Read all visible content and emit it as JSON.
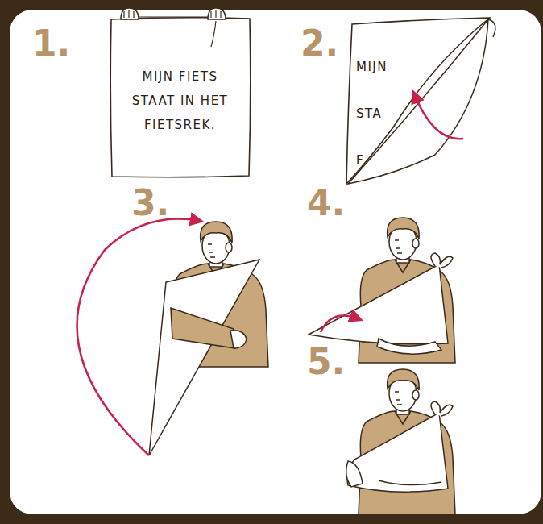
{
  "diagram": {
    "nodes": [
      {
        "text": [
          "MIJN FIETS STAAT IN HET FIETSREK."
        ]
      },
      {
        "text": [
          "MIJN STA F"
        ]
      }
    ],
    "labels": [
      "1.",
      "2.",
      "3.",
      "4.",
      "5."
    ]
  }
}
